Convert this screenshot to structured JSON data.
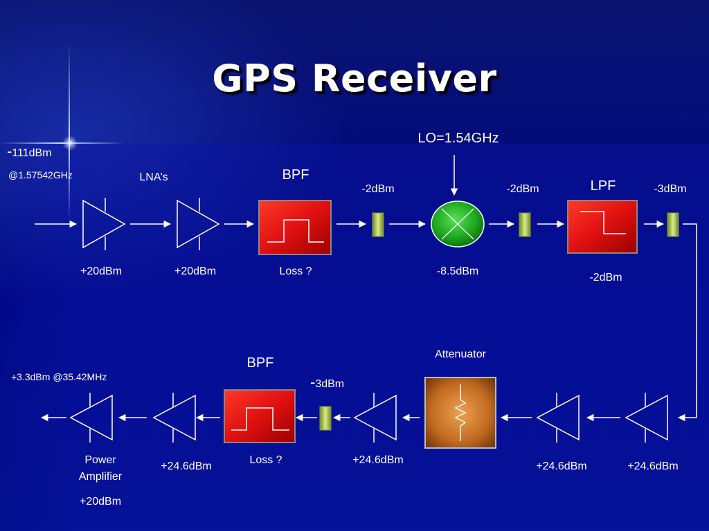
{
  "title": "GPS Receiver",
  "input": {
    "level_prefix": "-",
    "level_value": "111dBm",
    "frequency": "@1.57542GHz"
  },
  "lo_label": "LO=1.54GHz",
  "top_chain": {
    "lna_group_label": "LNA’s",
    "lna1_gain": "+20dBm",
    "lna2_gain": "+20dBm",
    "bpf_label": "BPF",
    "bpf_loss": "Loss ?",
    "pad1_level": "-2dBm",
    "mixer_level": "-8.5dBm",
    "pad2_level": "-2dBm",
    "lpf_label": "LPF",
    "lpf_loss": "-2dBm",
    "pad3_level": "-3dBm"
  },
  "bottom_chain": {
    "amp_right_gain": "+24.6dBm",
    "amp_right2_gain": "+24.6dBm",
    "attenuator_label": "Attenuator",
    "amp_mid_gain": "+24.6dBm",
    "pad_level_prefix": "-",
    "pad_level_value": "3dBm",
    "bpf_label": "BPF",
    "bpf_loss": "Loss ?",
    "amp_left_gain": "+24.6dBm",
    "pa_label_line1": "Power",
    "pa_label_line2": "Amplifier",
    "pa_gain": "+20dBm",
    "output": "+3.3dBm @35.42MHz"
  },
  "colors": {
    "filter_red": "#e01010",
    "pad_green": "#a8c040",
    "mixer_green": "#1fa81f",
    "attenuator_orange": "#d07828"
  }
}
